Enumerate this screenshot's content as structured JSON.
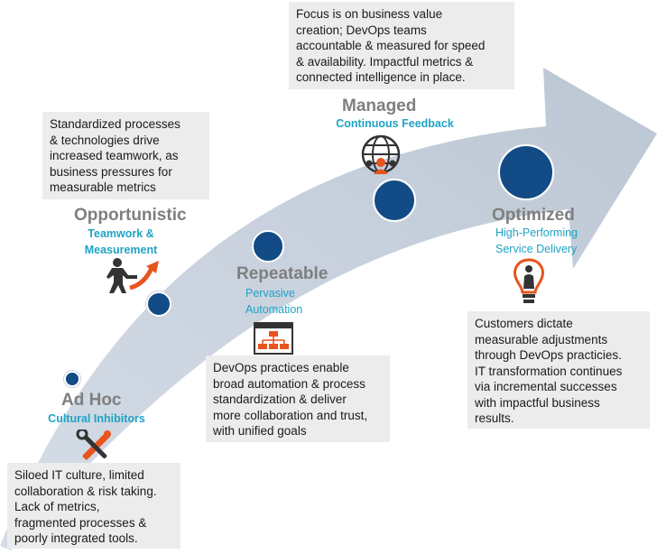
{
  "stages": {
    "adhoc": {
      "title": "Ad Hoc",
      "subtitle": "Cultural Inhibitors",
      "icon": "tools-icon",
      "description": "Siloed IT culture, limited\ncollaboration & risk taking.\nLack of metrics,\nfragmented processes &\npoorly integrated tools."
    },
    "opportunistic": {
      "title": "Opportunistic",
      "subtitle": "Teamwork &\nMeasurement",
      "icon": "teamwork-icon",
      "description": "Standardized processes\n& technologies drive\nincreased teamwork, as\nbusiness pressures for\nmeasurable metrics"
    },
    "repeatable": {
      "title": "Repeatable",
      "subtitle": "Pervasive\nAutomation",
      "icon": "workflow-icon",
      "description": "DevOps practices enable\nbroad automation & process\nstandardization & deliver\nmore collaboration and trust,\nwith unified goals"
    },
    "managed": {
      "title": "Managed",
      "subtitle": "Continuous Feedback",
      "icon": "network-icon",
      "description": "Focus is on business value\ncreation; DevOps teams\naccountable & measured for speed\n& availability. Impactful metrics &\nconnected intelligence in place."
    },
    "optimized": {
      "title": "Optimized",
      "subtitle": "High-Performing\nService Delivery",
      "icon": "lightbulb-icon",
      "description": "Customers dictate\nmeasurable adjustments\nthrough DevOps practicies.\nIT transformation continues\nvia incremental successes\nwith impactful business\nresults."
    }
  },
  "colors": {
    "dot": "#124b86",
    "title": "#7f7f7f",
    "subtitle": "#1ea3c4",
    "icon_orange": "#e8541e",
    "box": "#ececec"
  }
}
